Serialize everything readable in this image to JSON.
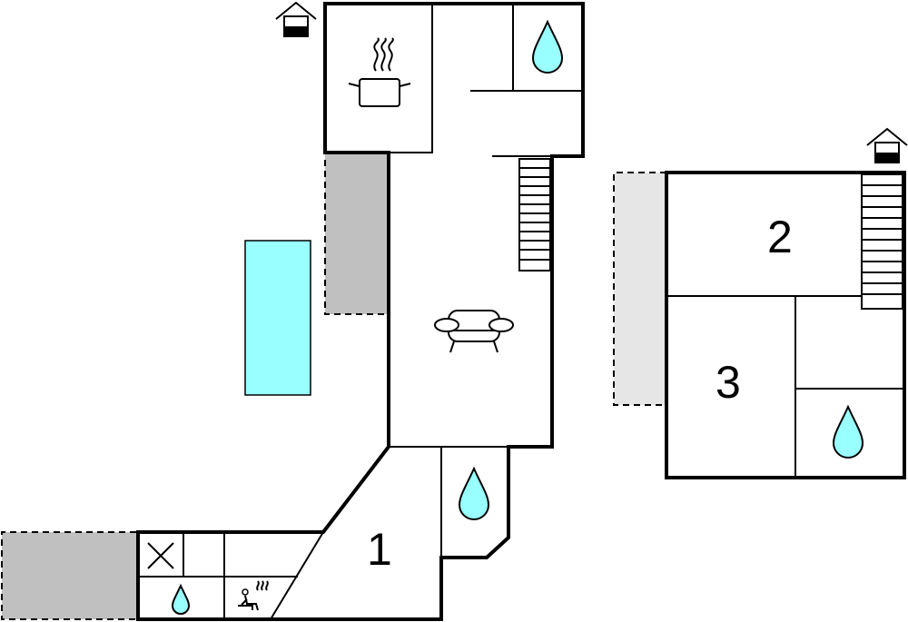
{
  "room_labels": {
    "room_1": "1",
    "room_2": "2",
    "room_3": "3"
  },
  "colors": {
    "wall": "#000000",
    "pool": "#99ffff",
    "terrace_dark": "#c0c0c0",
    "terrace_light": "#e6e6e6",
    "water_drop": "#99ffff"
  },
  "icons": [
    "house-entrance-icon",
    "kitchen-pot-icon",
    "water-drop-icon",
    "sofa-icon",
    "stairs-icon",
    "sauna-icon",
    "cross-icon"
  ]
}
